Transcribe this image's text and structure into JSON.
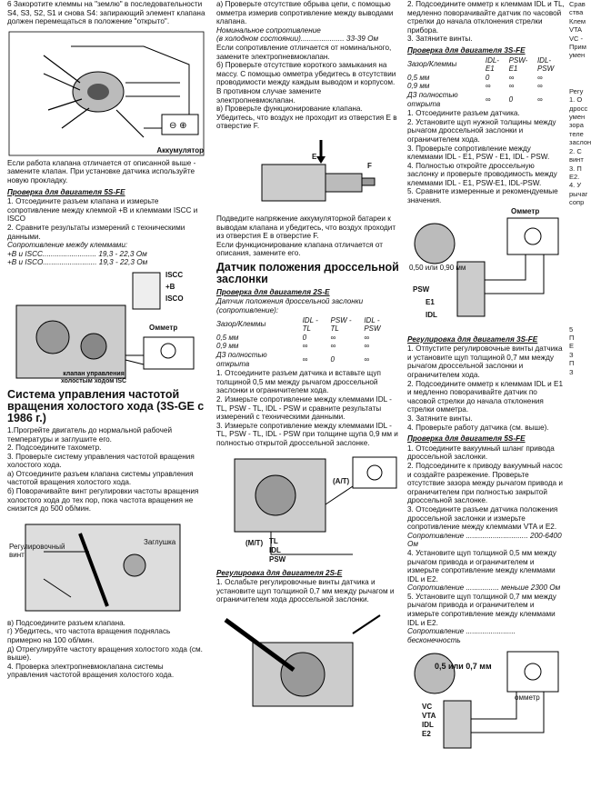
{
  "col1": {
    "intro": "6 Закоротите клеммы на \"землю\" в последовательности S4, S3, S2, S1 и снова S4: запирающий элемент клапана должен перемещаться в положение \"открыто\".",
    "fig1_label": "Аккумулятор",
    "p_after_fig1": "Если работа клапана отличается от описанной выше - замените клапан. При установке датчика используйте новую прокладку.",
    "h_5sfe": "Проверка для двигателя 5S-FE",
    "steps_5sfe": "1. Отсоедините разъем клапана и измерьте сопротивление между клеммой +B и клеммами ISCC и ISCO\n2. Сравните результаты измерений с техническими данными.",
    "resist_head": "Сопротивление между клеммами:",
    "resist_rows": [
      "+B и ISCC.......................... 19,3 - 22,3 Ом",
      "+B и ISCO.......................... 19,3 - 22,3 Ом"
    ],
    "fig2_labels": [
      "ISCC",
      "+B",
      "ISCO",
      "Омметр"
    ],
    "fig2_caption": "клапан управления холостым ходом ISC",
    "section_title": "Система управления частотой вращения холостого хода (3S-GE с 1986 г.)",
    "steps_3sge": "1.Прогрейте двигатель до нормальной рабочей температуры и заглушите его.\n2. Подсоедините тахометр.\n3. Проверьте систему управления частотой вращения холостого хода.\na) Отсоедините разъем клапана системы управления частотой вращения холостого хода.\nб) Поворачивайте винт регулировки частоты вращения холостого хода до тех пор, пока частота вращения не снизится до 500 об/мин.",
    "fig3_labels": [
      "Регулировочный винт",
      "Заглушка"
    ],
    "steps_end": "в) Подсоедините разъем клапана.\nг) Убедитесь, что частота вращения поднялась примерно на 100 об/мин.\nд) Отрегулируйте частоту вращения холостого хода (см. выше).\n4. Проверка электропневмоклапана системы управления частотой вращения холостого хода."
  },
  "col2": {
    "p1": "a) Проверьте отсутствие обрыва цепи, с помощью омметра измерив сопротивление между выводами клапана.",
    "nominal_head": "Номинальное сопротивление",
    "nominal_row": "(в холодном состоянии)..................... 33-39 Ом",
    "p2": "Если сопротивление отличается от номинального, замените электропневмоклапан.\nб) Проверьте отсутствие короткого замыкания на массу. С помощью омметра убедитесь в отсутствии проводимости между каждым выводом и корпусом.\nВ противном случае замените электропневмоклапан.\nв) Проверьте функционирование клапана. Убедитесь, что воздух не проходит из отверстия E в отверстие F.",
    "fig4_labels": [
      "E",
      "F"
    ],
    "p3": "Подведите напряжение аккумуляторной батареи к выводам клапана и убедитесь, что воздух проходит из отверстия E в отверстие F.\nЕсли функционирование клапана отличается от описания, замените его.",
    "section_title": "Датчик положения дроссельной заслонки",
    "h_2se": "Проверка для двигателя 2S-E",
    "table_head": "Датчик положения дроссельной заслонки (сопротивление):",
    "table_cols": [
      "Зазор/Клеммы",
      "IDL - TL",
      "PSW - TL",
      "IDL - PSW"
    ],
    "table_rows": [
      [
        "0,5 мм",
        "0",
        "∞",
        "∞"
      ],
      [
        "0,9 мм",
        "∞",
        "∞",
        "∞"
      ],
      [
        "ДЗ полностью открыта",
        "∞",
        "0",
        "∞"
      ]
    ],
    "steps_2se": "1. Отсоедините разъем датчика и вставьте щуп толщиной 0,5 мм между рычагом дроссельной заслонки и ограничителем хода.\n2. Измерьте сопротивление между клеммами IDL - TL, PSW - TL, IDL - PSW и сравните результаты измерений с техническими данными.\n3. Измерьте сопротивление между клеммами IDL - TL, PSW - TL, IDL - PSW при толщине щупа 0,9 мм и полностью открытой дроссельной заслонке.",
    "fig5_labels": [
      "(A/T)",
      "(M/T)",
      "TL",
      "IDL",
      "PSW"
    ],
    "h_adj": "Регулировка для двигателя 2S-E",
    "steps_adj": "1. Ослабьте регулировочные винты датчика и установите щуп толщиной 0,7 мм между рычагом и ограничителем хода дроссельной заслонки."
  },
  "col3": {
    "p1": "2. Подсоедините омметр к клеммам IDL и TL, медленно поворачивайте датчик по часовой стрелки до начала отклонения стрелки прибора.\n3. Затяните винты.",
    "h_3sfe": "Проверка для двигателя 3S-FE",
    "table_cols": [
      "Зазор/Клеммы",
      "IDL-E1",
      "PSW-E1",
      "IDL-PSW"
    ],
    "table_rows": [
      [
        "0,5 мм",
        "0",
        "∞",
        "∞"
      ],
      [
        "0,9 мм",
        "∞",
        "∞",
        "∞"
      ],
      [
        "ДЗ полностью открыта",
        "∞",
        "0",
        "∞"
      ]
    ],
    "steps_3sfe": "1. Отсоедините разъем датчика.\n2. Установите щуп нужной толщины между рычагом дроссельной заслонки и ограничителем хода.\n3. Проверьте сопротивление между клеммами IDL - E1, PSW - E1, IDL - PSW.\n4. Полностью откройте дроссельную заслонку и проверьте проводимость между клеммами IDL - E1, PSW-E1, IDL-PSW.\n5. Сравните измеренные и рекомендуемые значения.",
    "fig6_labels": [
      "Омметр",
      "0,50 или 0,90 мм",
      "PSW",
      "E1",
      "IDL"
    ],
    "h_adj_3sfe": "Регулировка для двигателя 3S-FE",
    "steps_adj_3sfe": "1. Отпустите регулировочные винты датчика и установите щуп толщиной 0,7 мм между рычагом дроссельной заслонки и ограничителем хода.\n2. Подсоедините омметр к клеммам IDL и E1 и медленно поворачивайте датчик по часовой стрелки до начала отклонения стрелки омметра.\n3. Затяните винты.\n4. Проверьте работу датчика (см. выше).",
    "h_5sfe": "Проверка для двигателя 5S-FE",
    "steps_5sfe": "1. Отсоедините вакуумный шланг привода дроссельной заслонки.\n2. Подсоедините к приводу вакуумный насос и создайте разрежение. Проверьте отсутствие зазора между рычагом привода и ограничителем при полностью закрытой дроссельной заслонке.\n3. Отсоедините разъем датчика положения дроссельной заслонки и измерьте сопротивление между клеммами VTA и E2.",
    "resist1": "Сопротивление .............................. 200-6400 Ом",
    "step4": "4. Установите щуп толщиной 0,5 мм между рычагом привода и ограничителем и измерьте сопротивление между клеммами IDL и E2.",
    "resist2": "Сопротивление ................ меньше 2300 Ом",
    "step5": "5. Установите щуп толщиной 0,7 мм между рычагом привода и ограничителем и измерьте сопротивление между клеммами IDL и E2.",
    "resist3": "Сопротивление ........................ бесконечность",
    "fig7_labels": [
      "0,5 или 0,7 мм",
      "омметр",
      "VC",
      "VTA",
      "IDL",
      "E2"
    ]
  },
  "edge": {
    "lines": [
      "Срав",
      "ства",
      "Клем",
      "VTA",
      "VC -",
      "Прим",
      "умен",
      "Регу",
      "1. О",
      "дросс",
      "умен",
      "зора",
      "теле",
      "заслон",
      "2. С",
      "винт",
      "3. П",
      "E2.",
      "4. У",
      "рычаг",
      "сопр",
      "5",
      "П",
      "Е",
      "З",
      "П",
      "З"
    ]
  }
}
